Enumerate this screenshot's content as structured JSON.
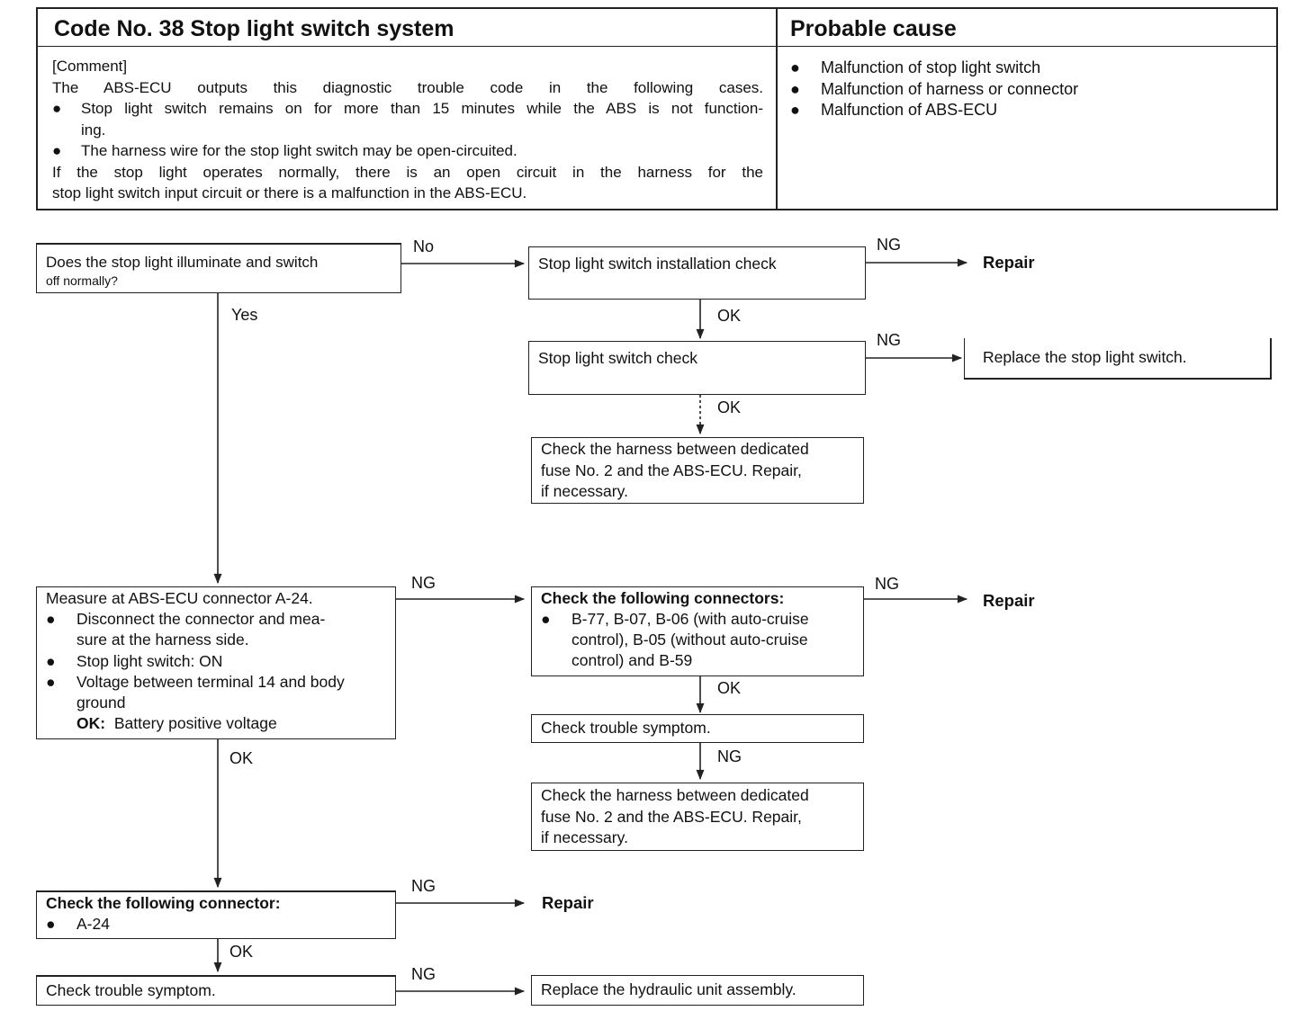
{
  "header": {
    "title": "Code No. 38 Stop light switch system",
    "cause_title": "Probable cause",
    "comment_label": "[Comment]",
    "comment_intro": "The ABS-ECU outputs this diagnostic trouble code in the following cases.",
    "comment_bullets": [
      "Stop light switch remains on for more than 15 minutes while the ABS is not function-",
      "The harness wire for the stop light switch may be open-circuited."
    ],
    "comment_bullet1_cont": "ing.",
    "comment_note_line1": "If the stop light operates normally, there is an open circuit in the harness for the",
    "comment_note_line2": "stop light switch input circuit or there is a malfunction in the ABS-ECU.",
    "causes": [
      "Malfunction of stop light switch",
      "Malfunction of harness or connector",
      "Malfunction of ABS-ECU"
    ]
  },
  "flow": {
    "q1_line1": "Does the stop light illuminate and switch",
    "q1_line2": "off normally?",
    "install_check": "Stop  light  switch  installation  check",
    "switch_check": "Stop  light  switch  check",
    "replace_switch": "Replace the stop light switch.",
    "harness_check_a": [
      "Check the harness between dedicated",
      "fuse No. 2 and the ABS-ECU. Repair,",
      "if necessary."
    ],
    "measure_title": "Measure at ABS-ECU connector A-24.",
    "measure_bullets": [
      [
        "Disconnect the connector and mea-",
        "sure at the harness side."
      ],
      [
        "Stop light switch: ON"
      ],
      [
        "Voltage between terminal 14 and body",
        "ground"
      ]
    ],
    "measure_ok_label": "OK:",
    "measure_ok_value": "Battery positive voltage",
    "connectors_title": "Check the following connectors:",
    "connectors_lines": [
      "B-77, B-07, B-06 (with auto-cruise",
      "control), B-05 (without auto-cruise",
      "control) and B-59"
    ],
    "check_symptom": "Check trouble symptom.",
    "harness_check_b": [
      "Check the harness between dedicated",
      "fuse No. 2 and the ABS-ECU. Repair,",
      "if necessary."
    ],
    "connector_title": "Check the following connector:",
    "connector_item": "A-24",
    "check_symptom_2": "Check trouble symptom.",
    "replace_hydraulic": "Replace the hydraulic unit assembly.",
    "repair": "Repair",
    "labels": {
      "no": "No",
      "yes": "Yes",
      "ok": "OK",
      "ng": "NG"
    },
    "bullet": "●"
  }
}
